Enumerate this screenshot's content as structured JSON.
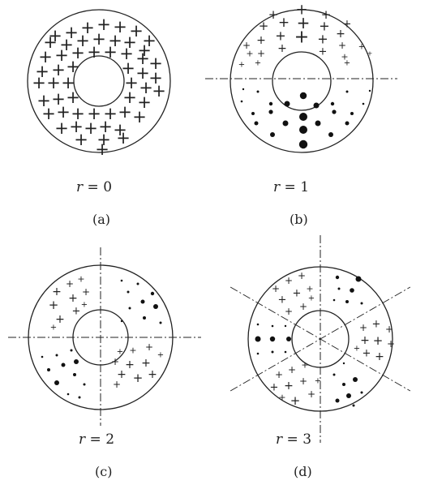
{
  "panels": [
    {
      "id": "a",
      "var": "r",
      "eq_rest": " = 0",
      "sublabel": "(a)"
    },
    {
      "id": "b",
      "var": "r",
      "eq_rest": " = 1",
      "sublabel": "(b)"
    },
    {
      "id": "c",
      "var": "r",
      "eq_rest": " = 2",
      "sublabel": "(c)"
    },
    {
      "id": "d",
      "var": "r",
      "eq_rest": " = 3",
      "sublabel": "(d)"
    }
  ],
  "symbols": {
    "plus": "+",
    "dot": "•"
  }
}
